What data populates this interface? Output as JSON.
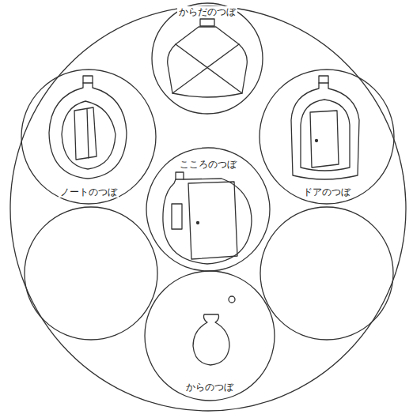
{
  "diagram": {
    "nodes": [
      {
        "text": [
          "からだのつぼ"
        ]
      },
      {
        "text": [
          "ノートのつぼ"
        ]
      },
      {
        "text": [
          "ドアのつぼ"
        ]
      },
      {
        "text": [
          "こころのつぼ"
        ]
      },
      {
        "text": [
          "からのつぼ"
        ]
      }
    ]
  }
}
